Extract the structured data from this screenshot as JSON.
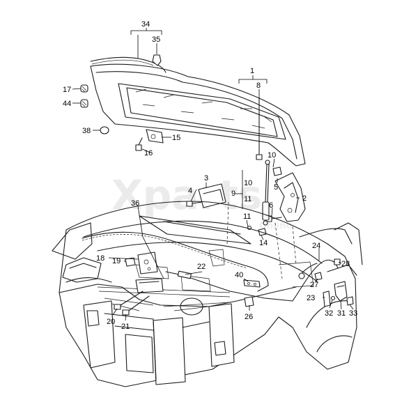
{
  "watermark": {
    "main": "Xparts",
    "sub": "Online"
  },
  "callouts": {
    "c1": "1",
    "c2": "2",
    "c3": "3",
    "c4": "4",
    "c5": "5",
    "c6": "6",
    "c8": "8",
    "c9": "9",
    "c10a": "10",
    "c10b": "10",
    "c11a": "11",
    "c11b": "11",
    "c14": "14",
    "c15": "15",
    "c16": "16",
    "c17": "17",
    "c18": "18",
    "c19": "19",
    "c20": "20",
    "c21": "21",
    "c22": "22",
    "c23": "23",
    "c24": "24",
    "c26": "26",
    "c27": "27",
    "c28": "28",
    "c31": "31",
    "c32": "32",
    "c33": "33",
    "c34": "34",
    "c35": "35",
    "c36": "36",
    "c38": "38",
    "c40": "40",
    "c44": "44"
  }
}
